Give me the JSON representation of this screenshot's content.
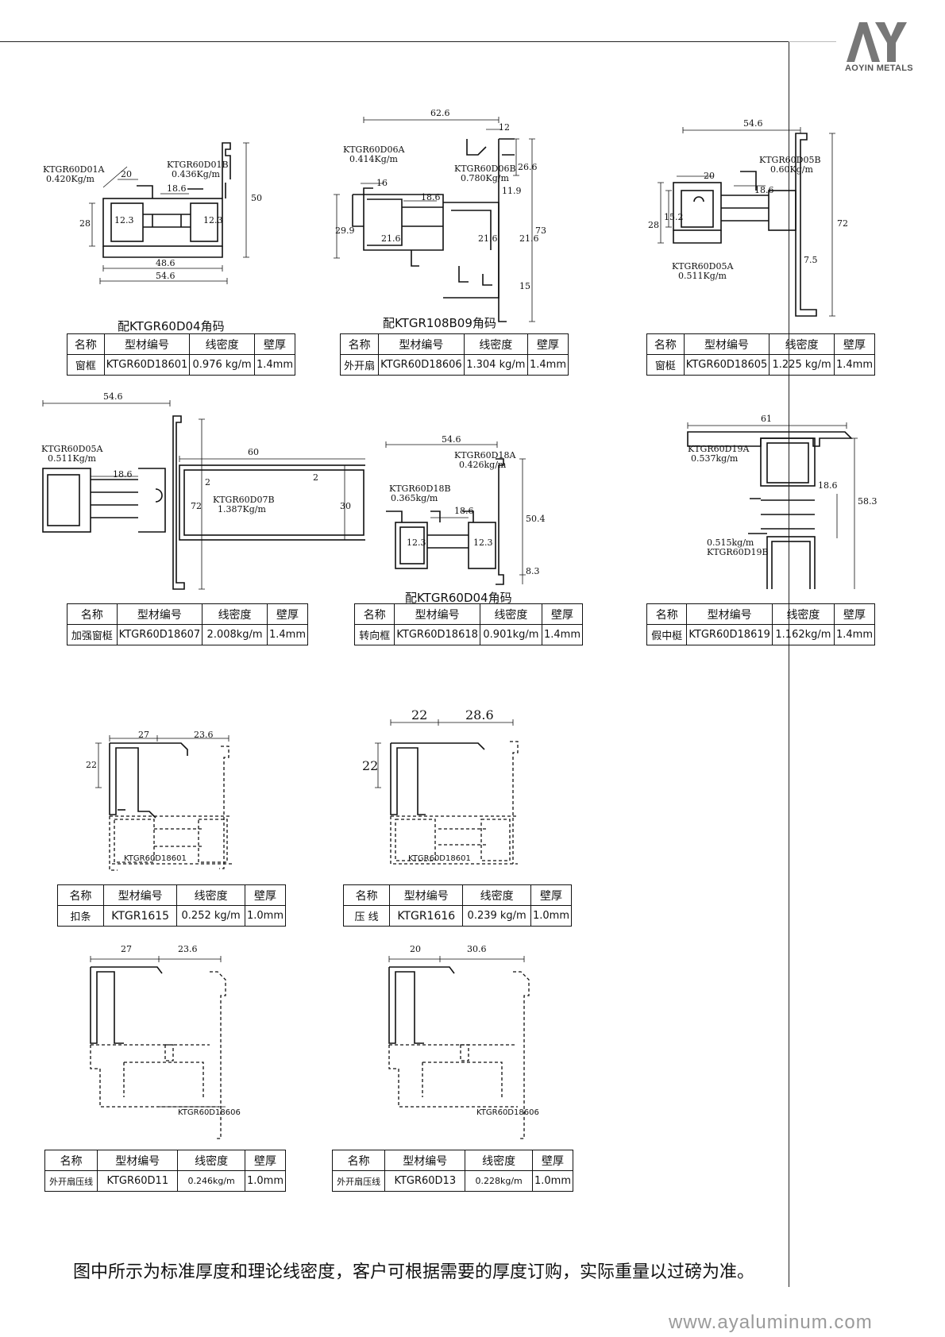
{
  "logo": {
    "mark": "AY",
    "brand": "AOYIN METALS"
  },
  "headers": {
    "name": "名称",
    "code": "型材编号",
    "density": "线密度",
    "wall": "壁厚"
  },
  "profiles": [
    {
      "labels": [
        "KTGR60D01A",
        "0.420Kg/m",
        "KTGR60D01B",
        "0.436Kg/m"
      ],
      "dims": [
        "20",
        "18.6",
        "28",
        "12.3",
        "12.3",
        "50",
        "48.6",
        "54.6"
      ],
      "caption": "配KTGR60D04角码",
      "table": {
        "name": "窗框",
        "code": "KTGR60D18601",
        "density": "0.976 kg/m",
        "wall": "1.4mm"
      }
    },
    {
      "labels": [
        "KTGR60D06A",
        "0.414Kg/m",
        "KTGR60D06B",
        "0.780Kg/m"
      ],
      "dims": [
        "62.6",
        "12",
        "26.6",
        "16",
        "18.6",
        "11.9",
        "29.9",
        "21.6",
        "21.6",
        "21.6",
        "73",
        "15"
      ],
      "caption": "配KTGR108B09角码",
      "table": {
        "name": "外开扇",
        "code": "KTGR60D18606",
        "density": "1.304 kg/m",
        "wall": "1.4mm"
      }
    },
    {
      "labels": [
        "KTGR60D05B",
        "0.60Kg/m",
        "KTGR60D05A",
        "0.511Kg/m"
      ],
      "dims": [
        "54.6",
        "20",
        "18.6",
        "28",
        "15.2",
        "72",
        "7.5"
      ],
      "caption": "",
      "table": {
        "name": "窗梃",
        "code": "KTGR60D18605",
        "density": "1.225 kg/m",
        "wall": "1.4mm"
      }
    },
    {
      "labels": [
        "KTGR60D05A",
        "0.511Kg/m",
        "KTGR60D07B",
        "1.387Kg/m"
      ],
      "dims": [
        "54.6",
        "18.6",
        "60",
        "2",
        "2",
        "72",
        "30"
      ],
      "caption": "",
      "table": {
        "name": "加强窗梃",
        "code": "KTGR60D18607",
        "density": "2.008kg/m",
        "wall": "1.4mm"
      }
    },
    {
      "labels": [
        "KTGR60D18A",
        "0.426kg/m",
        "KTGR60D18B",
        "0.365kg/m"
      ],
      "dims": [
        "54.6",
        "18.6",
        "12.3",
        "12.3",
        "50.4",
        "8.3"
      ],
      "caption": "配KTGR60D04角码",
      "table": {
        "name": "转向框",
        "code": "KTGR60D18618",
        "density": "0.901kg/m",
        "wall": "1.4mm"
      }
    },
    {
      "labels": [
        "KTGR60D19A",
        "0.537kg/m",
        "0.515kg/m",
        "KTGR60D19B"
      ],
      "dims": [
        "61",
        "18.6",
        "58.3"
      ],
      "caption": "",
      "table": {
        "name": "假中梃",
        "code": "KTGR60D18619",
        "density": "1.162kg/m",
        "wall": "1.4mm"
      }
    },
    {
      "labels": [
        "KTGR60D18601"
      ],
      "dims": [
        "27",
        "23.6",
        "22"
      ],
      "caption": "",
      "table": {
        "name": "扣条",
        "code": "KTGR1615",
        "density": "0.252 kg/m",
        "wall": "1.0mm"
      }
    },
    {
      "labels": [
        "KTGR60D18601"
      ],
      "dims": [
        "22",
        "28.6",
        "22"
      ],
      "caption": "",
      "table": {
        "name": "压 线",
        "code": "KTGR1616",
        "density": "0.239 kg/m",
        "wall": "1.0mm"
      }
    },
    {
      "labels": [
        "KTGR60D18606"
      ],
      "dims": [
        "27",
        "23.6"
      ],
      "caption": "",
      "table": {
        "name": "外开扇压线",
        "code": "KTGR60D11",
        "density": "0.246kg/m",
        "wall": "1.0mm"
      }
    },
    {
      "labels": [
        "KTGR60D18606"
      ],
      "dims": [
        "20",
        "30.6"
      ],
      "caption": "",
      "table": {
        "name": "外开扇压线",
        "code": "KTGR60D13",
        "density": "0.228kg/m",
        "wall": "1.0mm"
      }
    }
  ],
  "footnote": "图中所示为标准厚度和理论线密度，客户可根据需要的厚度订购，实际重量以过磅为准。",
  "website": "www.ayaluminum.com"
}
